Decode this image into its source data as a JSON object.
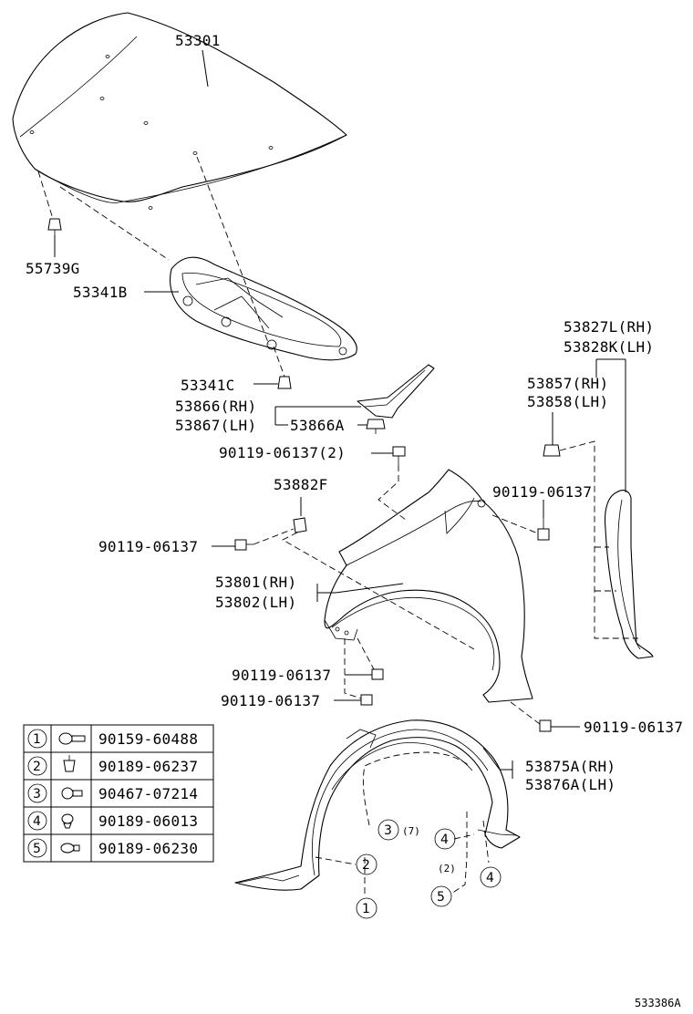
{
  "labels": {
    "hood": "53301",
    "hood_clip": "55739G",
    "hood_insulator": "53341B",
    "insulator_clip": "53341C",
    "seal_rh": "53866(RH)",
    "seal_lh": "53867(LH)",
    "seal_clip": "53866A",
    "bolt_top": "90119-06137(2)",
    "liner_rh": "53827L(RH)",
    "liner_lh": "53828K(LH)",
    "liner_seal_rh": "53857(RH)",
    "liner_seal_lh": "53858(LH)",
    "plate": "53882F",
    "bolt_right": "90119-06137",
    "bolt_left": "90119-06137",
    "fender_rh": "53801(RH)",
    "fender_lh": "53802(LH)",
    "bolt_lower_1": "90119-06137",
    "bolt_lower_2": "90119-06137",
    "bolt_bottom_right": "90119-06137",
    "splash_rh": "53875A(RH)",
    "splash_lh": "53876A(LH)",
    "qty_3": "(7)",
    "qty_4": "(2)",
    "diagram_id": "533386A"
  },
  "callouts": {
    "c1": "1",
    "c2": "2",
    "c3": "3",
    "c4a": "4",
    "c4b": "4",
    "c5": "5"
  },
  "fastener_table": [
    {
      "num": "1",
      "part": "90159-60488"
    },
    {
      "num": "2",
      "part": "90189-06237"
    },
    {
      "num": "3",
      "part": "90467-07214"
    },
    {
      "num": "4",
      "part": "90189-06013"
    },
    {
      "num": "5",
      "part": "90189-06230"
    }
  ]
}
